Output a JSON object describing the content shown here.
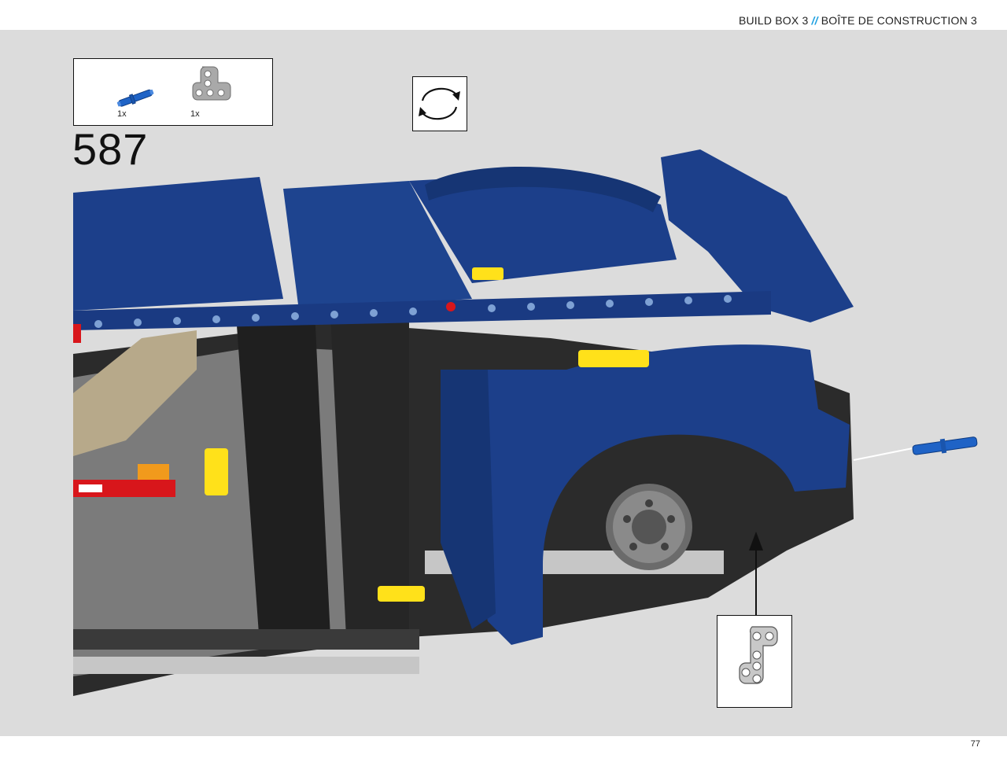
{
  "header": {
    "build_box_en": "BUILD BOX 3",
    "separator": "//",
    "build_box_fr": "BOÎTE DE CONSTRUCTION 3"
  },
  "parts_list": [
    {
      "name": "blue-axle-pin",
      "qty": "1x",
      "color": "#1f63c6"
    },
    {
      "name": "gray-t-beam",
      "qty": "1x",
      "color": "#a9a9a9"
    }
  ],
  "step": {
    "number": "587"
  },
  "rotate_icon": "rotate-model-icon",
  "callout": {
    "part": "gray-t-beam",
    "color": "#c8c8c8"
  },
  "model_colors": {
    "body_blue": "#1c3f8a",
    "frame_dark": "#2b2b2b",
    "frame_light": "#bdbdbd",
    "accent_yellow": "#ffe11a",
    "accent_red": "#d8161b",
    "tan": "#b7a98a"
  },
  "page": {
    "number": "77"
  }
}
